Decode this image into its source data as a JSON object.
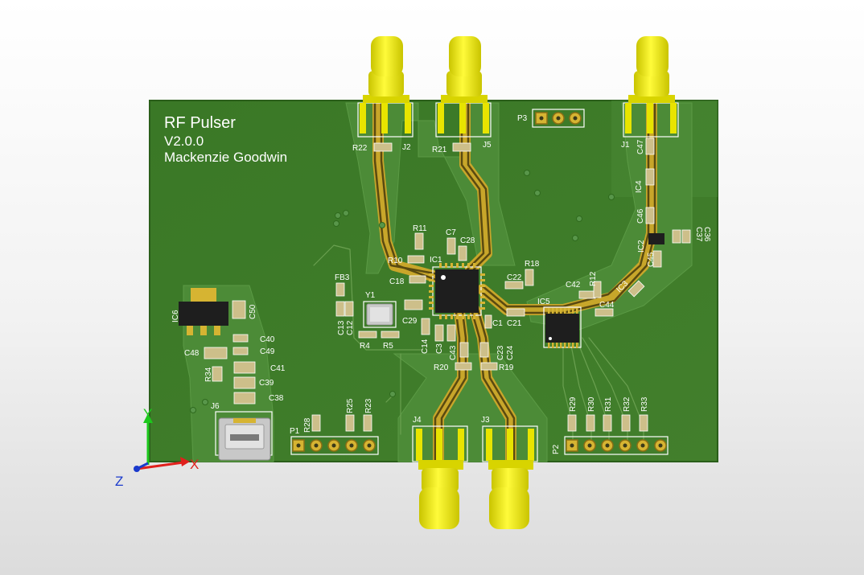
{
  "board": {
    "title": "RF Pulser",
    "version": "V2.0.0",
    "author": "Mackenzie Goodwin"
  },
  "colors": {
    "pcb": "#3d7a28",
    "pcb_dark": "#2f6a1e",
    "copper": "#c8a62a",
    "trace": "#5a4a10",
    "connector": "#f5f000",
    "connector_dark": "#c9c400",
    "silk": "#ffffff",
    "ic": "#1e1e1e",
    "axis_x": "#e0201c",
    "axis_y": "#1cc81c",
    "axis_z": "#1a3acc"
  },
  "connectors": [
    {
      "name": "J2"
    },
    {
      "name": "J5"
    },
    {
      "name": "J1"
    },
    {
      "name": "J4"
    },
    {
      "name": "J3"
    },
    {
      "name": "J6"
    },
    {
      "name": "P1"
    },
    {
      "name": "P2"
    },
    {
      "name": "P3"
    }
  ],
  "ics": [
    {
      "name": "IC1"
    },
    {
      "name": "IC2"
    },
    {
      "name": "IC3"
    },
    {
      "name": "IC4"
    },
    {
      "name": "IC5"
    },
    {
      "name": "IC6"
    }
  ],
  "components": [
    {
      "name": "R22"
    },
    {
      "name": "R21"
    },
    {
      "name": "R11"
    },
    {
      "name": "R10"
    },
    {
      "name": "C7"
    },
    {
      "name": "C28"
    },
    {
      "name": "C18"
    },
    {
      "name": "R18"
    },
    {
      "name": "C22"
    },
    {
      "name": "C21"
    },
    {
      "name": "C1"
    },
    {
      "name": "C29"
    },
    {
      "name": "C14"
    },
    {
      "name": "C3"
    },
    {
      "name": "C43"
    },
    {
      "name": "C23"
    },
    {
      "name": "C24"
    },
    {
      "name": "R20"
    },
    {
      "name": "R19"
    },
    {
      "name": "FB3"
    },
    {
      "name": "Y1"
    },
    {
      "name": "C13"
    },
    {
      "name": "C12"
    },
    {
      "name": "R4"
    },
    {
      "name": "R5"
    },
    {
      "name": "C47"
    },
    {
      "name": "C46"
    },
    {
      "name": "C45"
    },
    {
      "name": "C37"
    },
    {
      "name": "C36"
    },
    {
      "name": "C42"
    },
    {
      "name": "R12"
    },
    {
      "name": "C44"
    },
    {
      "name": "C50"
    },
    {
      "name": "C40"
    },
    {
      "name": "C49"
    },
    {
      "name": "C48"
    },
    {
      "name": "C41"
    },
    {
      "name": "C39"
    },
    {
      "name": "C38"
    },
    {
      "name": "R34"
    },
    {
      "name": "R28"
    },
    {
      "name": "R25"
    },
    {
      "name": "R23"
    },
    {
      "name": "R29"
    },
    {
      "name": "R30"
    },
    {
      "name": "R31"
    },
    {
      "name": "R32"
    },
    {
      "name": "R33"
    }
  ],
  "axes": {
    "x": "X",
    "y": "Y",
    "z": "Z"
  }
}
